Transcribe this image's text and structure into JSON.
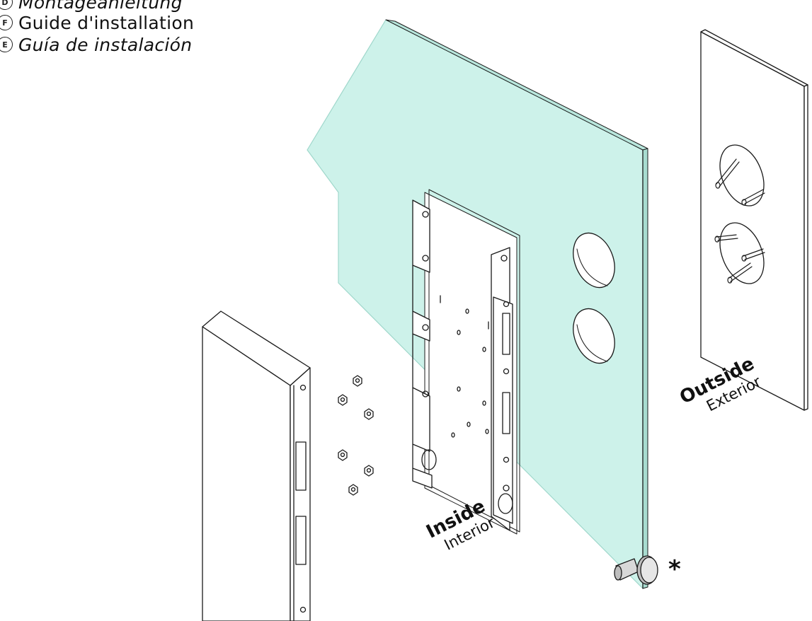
{
  "header": {
    "lines": [
      {
        "badge": "D",
        "text": "Montageanleitung",
        "italic": true
      },
      {
        "badge": "F",
        "text": "Guide d'installation",
        "italic": false
      },
      {
        "badge": "E",
        "text": "Guía de instalación",
        "italic": true
      }
    ]
  },
  "labels": {
    "outside_main": "Outside",
    "outside_sub": "Exterior",
    "inside_main": "Inside",
    "inside_sub": "Interior",
    "asterisk": "*"
  },
  "colors": {
    "glass": "#cdf2ea",
    "glass_edge": "#9fd7cb",
    "line": "#1a1a1a"
  },
  "parts": [
    "glass-door-panel",
    "outside-escutcheon-plate",
    "inside-mounting-plate",
    "lock-housing",
    "hex-nuts",
    "cylinder-plug"
  ]
}
